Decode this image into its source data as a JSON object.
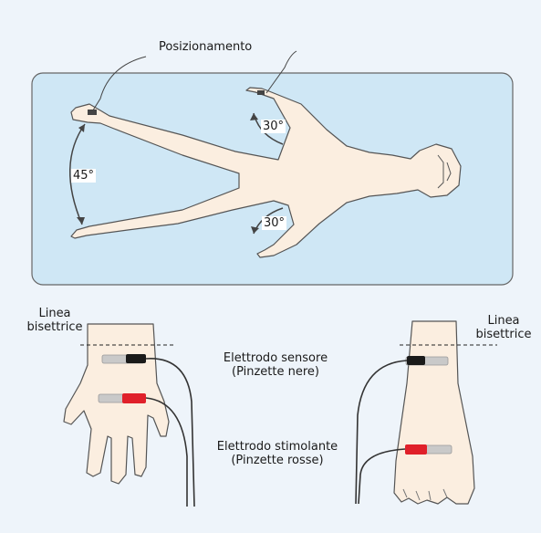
{
  "labels": {
    "positioning": "Posizionamento",
    "angle_leg": "45°",
    "angle_arm_top": "30°",
    "angle_arm_bottom": "30°",
    "bisector_left_line1": "Linea",
    "bisector_left_line2": "bisettrice",
    "bisector_right_line1": "Linea",
    "bisector_right_line2": "bisettrice",
    "sensor_electrode_line1": "Elettrodo sensore",
    "sensor_electrode_line2": "(Pinzette nere)",
    "stimulating_electrode_line1": "Elettrodo stimolante",
    "stimulating_electrode_line2": "(Pinzette rosse)"
  },
  "colors": {
    "background": "#eef4fa",
    "bed": "#cfe7f5",
    "skin": "#fbeee0",
    "outline": "#6e6e6e",
    "sensor_clip": "#1a1a1a",
    "stimulating_clip": "#e0202a",
    "electrode_pad": "#c9c9c9"
  }
}
